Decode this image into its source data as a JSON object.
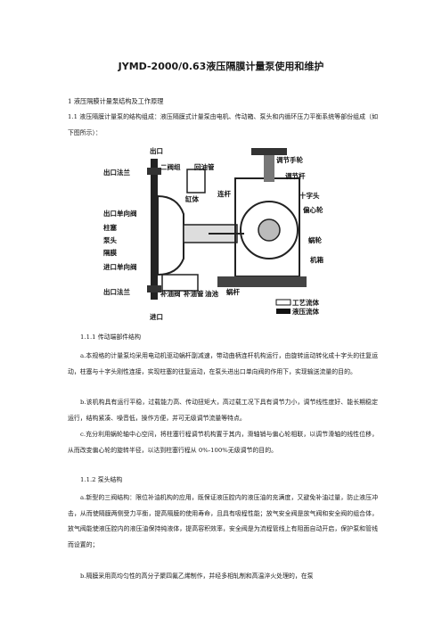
{
  "doc": {
    "title": "JYMD-2000/0.63液压隔膜计量泵使用和维护",
    "section1": "1 液压隔膜计量泵结构及工作原理",
    "p1_1": "1.1 液压隔膜计量泵的结构组成：液压隔膜式计量泵由电机、传动箱、泵头和内循环压力平衡系统等部份组成（如下图所示）：",
    "h_1_1_1": "1.1.1 传动端部件结构",
    "pa": "a.本规格的计量泵均采用电动机驱动蜗杆副减速，带动曲柄连杆机构运行，由旋转运动转化成十字头的往复运动，柱塞与十字头刚性连接，实现柱塞的往复运动，在泵头进出口单向阀的作用下，实现输送流量的目的。",
    "pb": "b.该机构具有运行平稳，过载能力高、传动扭矩大，高过载工况下具有调节力小，调节线性度好、能长期稳定运行，结构紧凑、噪音低，操作方便，并可无级调节流量等特点。",
    "pc": "c.充分利用蜗轮轴中心空间，将柱塞行程调节机构置于其内，滑轴销与偏心轮相联，以调节滑轴的线性位移，从而改变偏心轮的旋转半径，以达到柱塞行程从 0%-100%无级调节的目的。",
    "h_1_1_2": "1.1.2 泵头结构",
    "pa2": "a.新型的三阀结构：限位补油机构的应用，既保证液压腔内的液压油的充满度，又避免补油过量，防止液压冲击，从而使隔膜两侧受力平衡，提高隔膜的使用寿命，且具有吸程性能；放气安全阀是放气阀和安全阀的组合体，放气阀能使液压腔内的液压油保持纯液体，提高容积效率，安全阀是为流程管线上有阻面自动开启，保护泵和管线而设置的；",
    "pb2": "b.隔膜采用高均匀性的高分子聚四氟乙烯制作，并经多相轧制和高温淬火处理的，在泵"
  },
  "figure": {
    "labels": {
      "outlet": "出口",
      "outlet_flange": "出口法兰",
      "two_valve": "二阀组",
      "oil_return": "回油管",
      "adjust_wheel": "调节手轮",
      "adjust_rod": "调节杆",
      "conn_rod": "连杆",
      "cylinder": "缸体",
      "crosshead": "十字头",
      "eccentric": "偏心轮",
      "outlet_check": "出口单向阀",
      "plunger": "柱塞",
      "pump_head": "泵头",
      "diaphragm": "隔膜",
      "worm_gear": "蜗轮",
      "casing": "机箱",
      "inlet_check": "进口单向阀",
      "inlet_flange": "出口法兰",
      "oil_valve": "补油阀",
      "oil_pipe": "补油管",
      "oil_tank": "油池",
      "worm": "蜗杆",
      "process_fluid": "工艺流体",
      "hyd_fluid": "液压流体",
      "inlet": "进口"
    }
  }
}
